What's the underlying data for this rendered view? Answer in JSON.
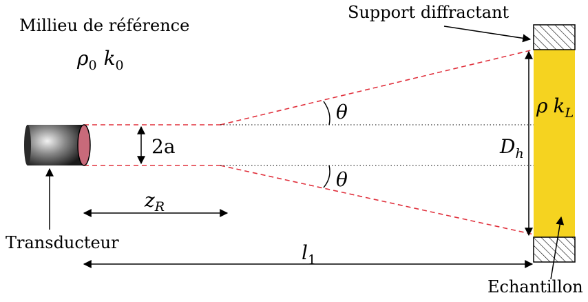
{
  "labels": {
    "medium": "Millieu de référence",
    "medium_symbol": "ρ",
    "medium_sub_rho": "0",
    "medium_k": "k",
    "medium_sub_k": "0",
    "support": "Support diffractant",
    "transducer": "Transducteur",
    "sample": "Echantillon",
    "aperture": "2a",
    "rayleigh": "z",
    "rayleigh_sub": "R",
    "angle_top": "θ",
    "angle_bottom": "θ",
    "height": "D",
    "height_sub": "h",
    "sample_symbol": "ρ",
    "sample_k": "k",
    "sample_sub_k": "L",
    "distance": "l",
    "distance_sub": "1"
  },
  "colors": {
    "beam": "#e0303c",
    "sample": "#f5d320",
    "transducer_face": "#c86a7a",
    "hatch_stroke": "#000000"
  }
}
